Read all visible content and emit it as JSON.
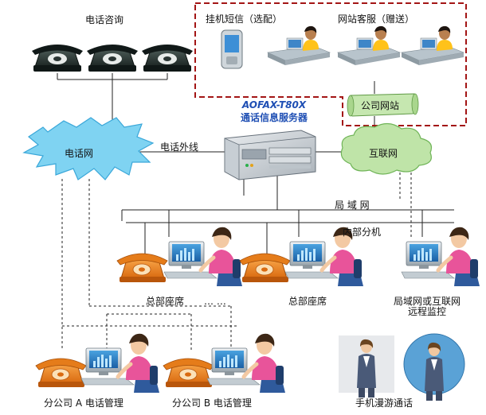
{
  "labels": {
    "phone_consult": "电话咨询",
    "sms": "挂机短信（选配）",
    "web_service": "网站客服（赠送）",
    "company_site": "公司网站",
    "server_model": "AOFAX-T80X",
    "server_name": "通话信息服务器",
    "phone_net": "电话网",
    "outside_line": "电话外线",
    "internet": "互联网",
    "lan": "局 域 网",
    "internal_ext": "内部分机",
    "hq_seat_1": "总部座席",
    "dots": "… …",
    "hq_seat_2": "总部座席",
    "remote_1": "局域网或互联网",
    "remote_2": "远程监控",
    "branch_a": "分公司 A 电话管理",
    "branch_b": "分公司 B 电话管理",
    "mobile_roaming": "手机漫游通话"
  },
  "colors": {
    "cloud_fill": "#7fd3f2",
    "internet_fill": "#bfe4a8",
    "dashed_red": "#a31515",
    "title_blue": "#1f4fb4",
    "phone_orange": "#f08a1e",
    "phone_black": "#1e2a2a"
  },
  "icons": [
    "telephone-icon",
    "mobile-phone-icon",
    "server-icon",
    "computer-icon",
    "operator-icon",
    "scroll-icon",
    "cloud-icon",
    "businessman-icon"
  ]
}
